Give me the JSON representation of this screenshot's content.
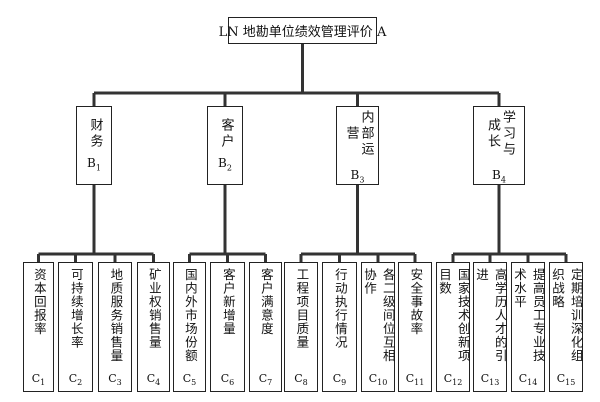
{
  "diagram": {
    "root": {
      "label": "LN 地勘单位绩效管理评价 A"
    },
    "groups": [
      {
        "name": "财务",
        "code": "B",
        "sub": "1",
        "children": [
          {
            "name": "资本回报率",
            "code": "C",
            "sub": "1"
          },
          {
            "name": "可持续增长率",
            "code": "C",
            "sub": "2"
          },
          {
            "name": "地质服务销售量",
            "code": "C",
            "sub": "3"
          },
          {
            "name": "矿业权销售量",
            "code": "C",
            "sub": "4"
          }
        ]
      },
      {
        "name": "客户",
        "code": "B",
        "sub": "2",
        "children": [
          {
            "name": "国内外市场份额",
            "code": "C",
            "sub": "5"
          },
          {
            "name": "客户新增量",
            "code": "C",
            "sub": "6"
          },
          {
            "name": "客户满意度",
            "code": "C",
            "sub": "7"
          }
        ]
      },
      {
        "name": "内部运营",
        "code": "B",
        "sub": "3",
        "children": [
          {
            "name": "工程项目质量",
            "code": "C",
            "sub": "8"
          },
          {
            "name": "行动执行情况",
            "code": "C",
            "sub": "9"
          },
          {
            "name": "各二级间位互相协作",
            "code": "C",
            "sub": "10"
          },
          {
            "name": "安全事故率",
            "code": "C",
            "sub": "11"
          }
        ]
      },
      {
        "name": "学习与成长",
        "code": "B",
        "sub": "4",
        "children": [
          {
            "name": "国家技术创新项目数",
            "code": "C",
            "sub": "12"
          },
          {
            "name": "高学历人才的引进",
            "code": "C",
            "sub": "13"
          },
          {
            "name": "提高员工专业技术水平",
            "code": "C",
            "sub": "14"
          },
          {
            "name": "定期培训深化组织战略",
            "code": "C",
            "sub": "15"
          }
        ]
      }
    ]
  }
}
